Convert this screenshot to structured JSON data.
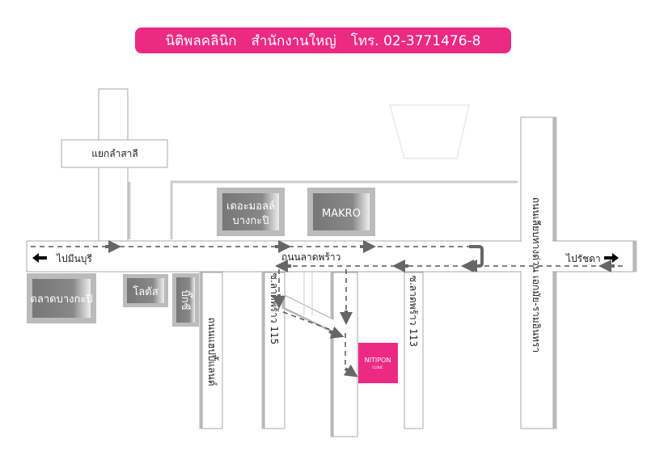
{
  "header": {
    "clinic_name": "นิติพลคลินิก",
    "branch": "สำนักงานใหญ่",
    "phone": "โทร. 02-3771476-8"
  },
  "roads": {
    "main": "ถนนลาดพร้าว",
    "intersection": "แยกลำสาลี",
    "to_minburi": "ไปมีนบุรี",
    "to_ratchada": "ไปรัชดา",
    "happyland": "ถนนแฮปปี้แลนด์",
    "soi115": "ซ.ลาดพร้าว 115",
    "soi113": "ซ.ลาดพร้าว 113",
    "expressway": "ถนนเลียบทางด่วน เอกมัย-รามอินทรา"
  },
  "landmarks": {
    "mall_line1": "เดอะมอลล์",
    "mall_line2": "บางกะปิ",
    "makro": "MAKRO",
    "market": "ตลาดบางกะปิ",
    "lotus": "โลตัส",
    "bigc": "บิ๊กซี",
    "clinic_logo": "NITIPON",
    "clinic_sub": "CLINIC"
  },
  "colors": {
    "brand": "#ec2a83",
    "arrow": "#666666"
  }
}
